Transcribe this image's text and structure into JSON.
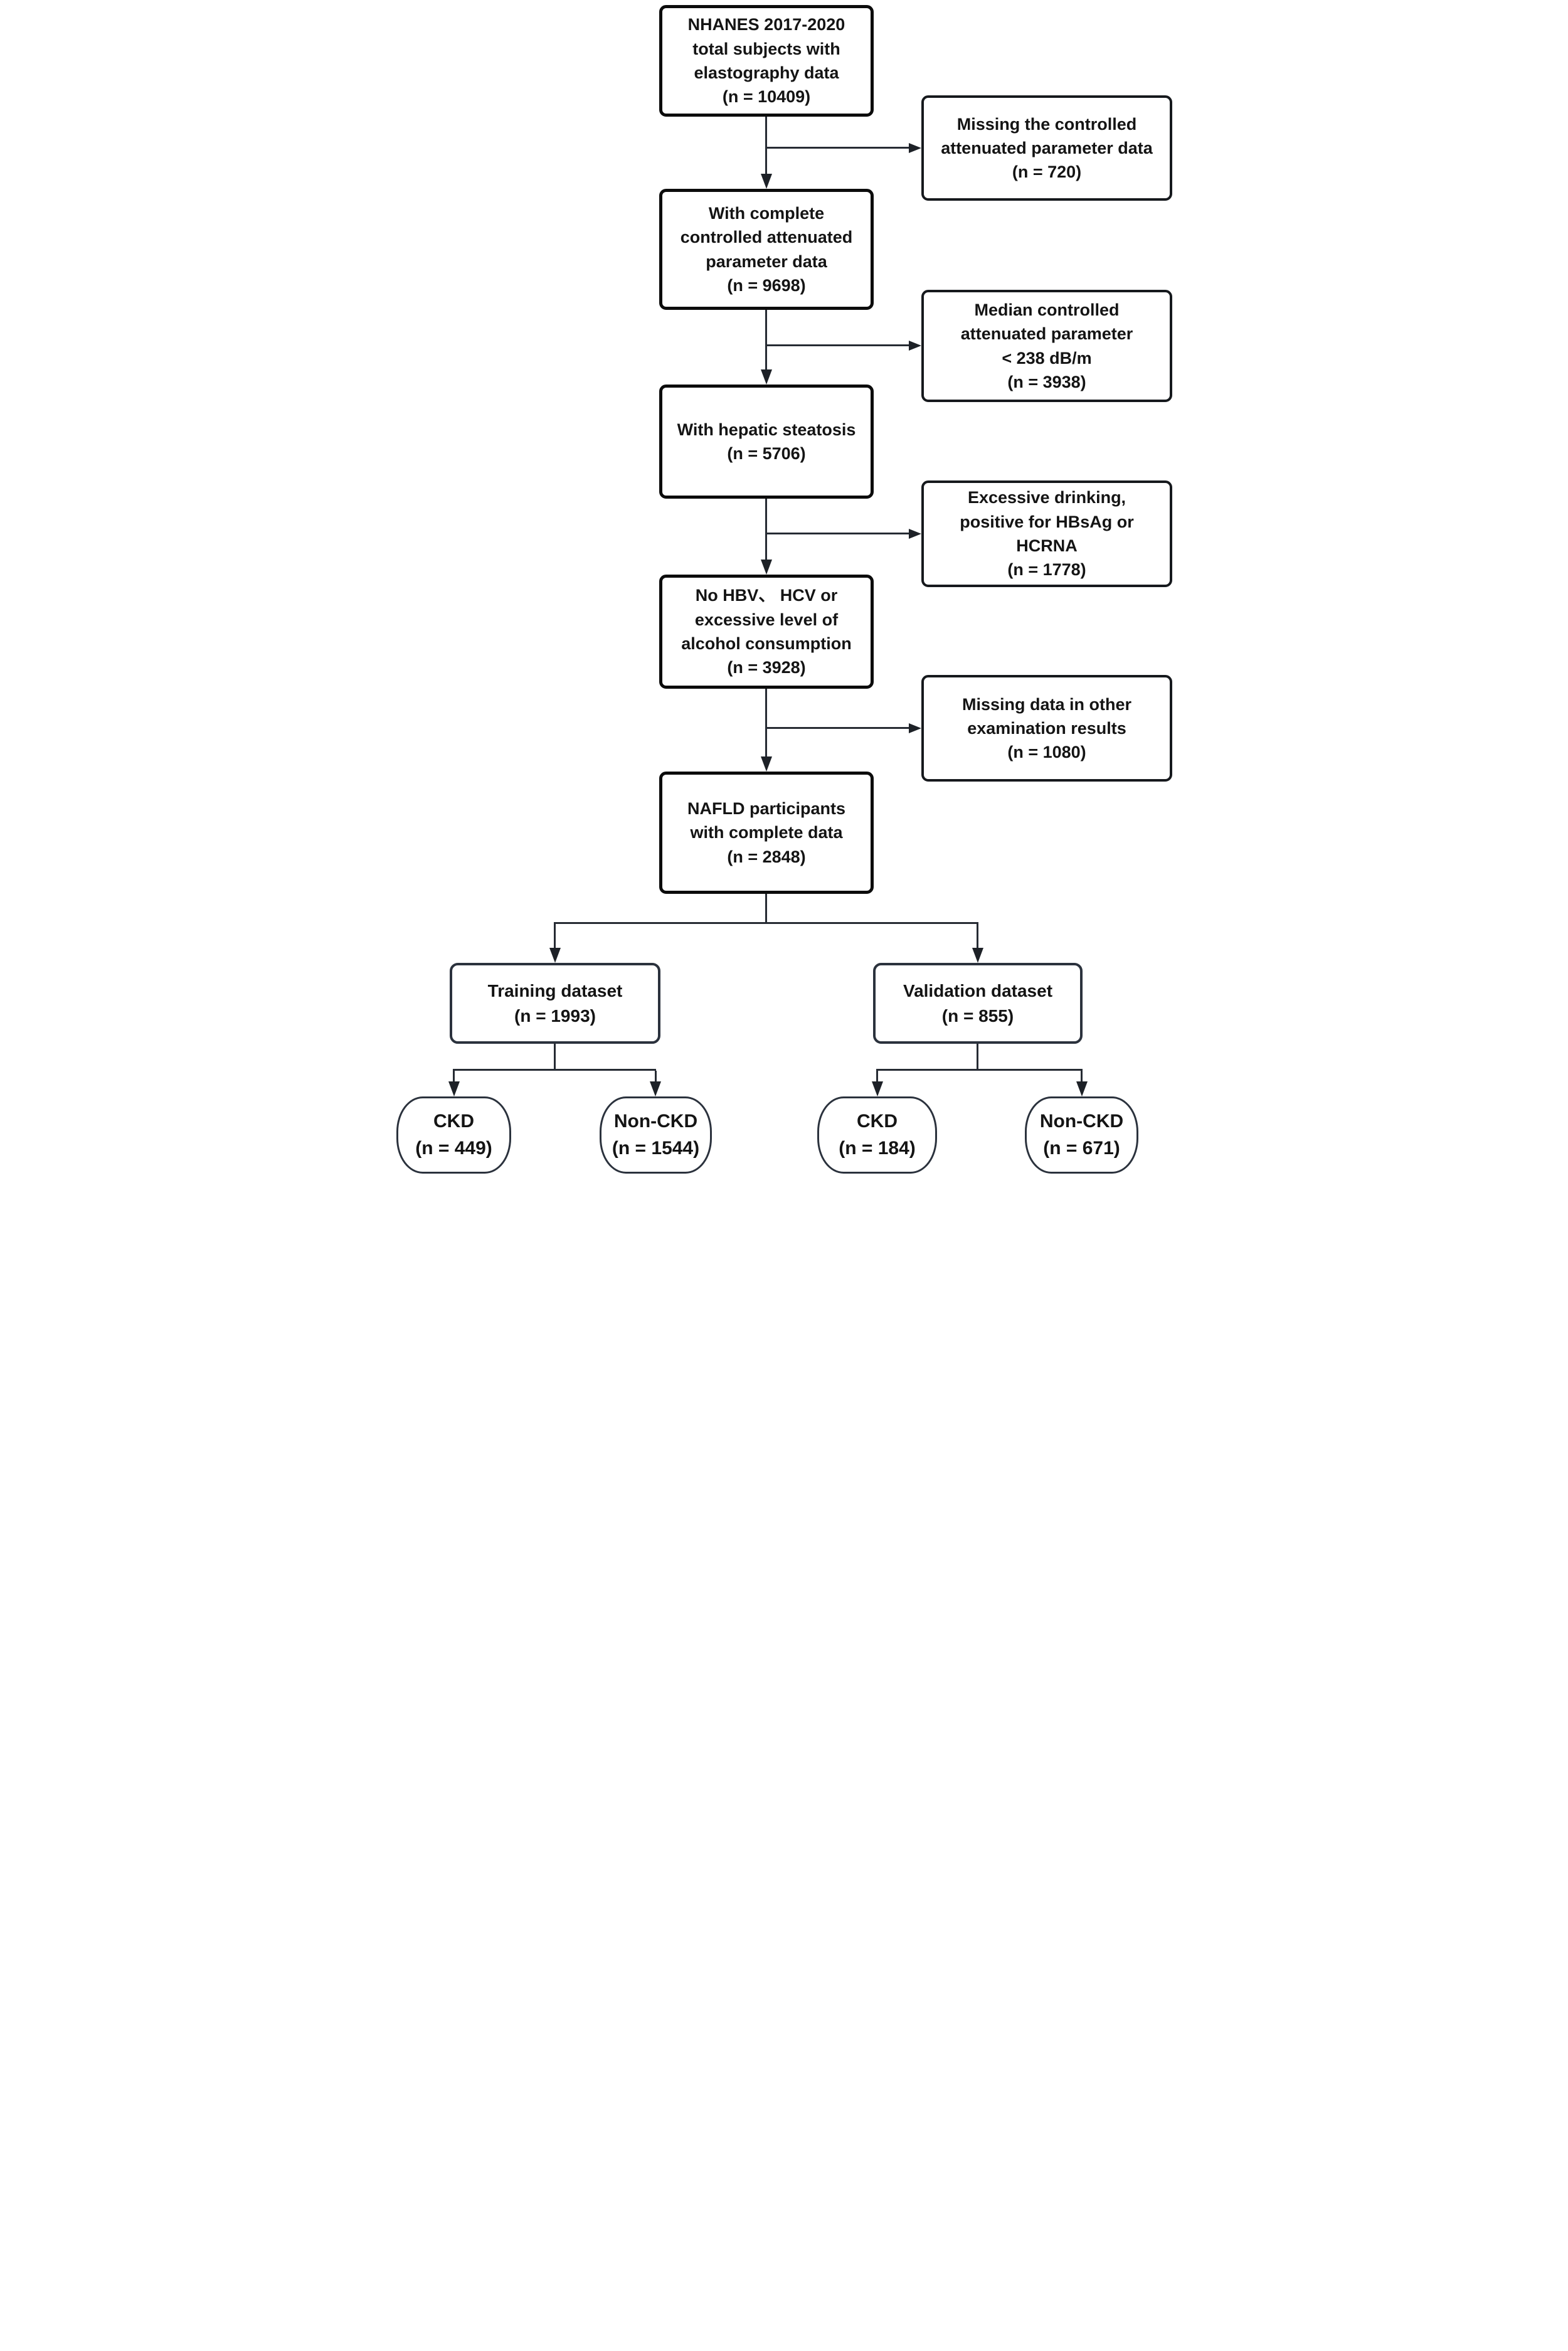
{
  "style": {
    "background": "#ffffff",
    "ink": "#141414",
    "line_color": "#262b33",
    "main_box_border": "#0c0c0c",
    "terminal_box_border": "#2b323d"
  },
  "main_flow": [
    {
      "id": "total-subjects",
      "lines": [
        "NHANES 2017-2020",
        "total subjects with",
        "elastography data",
        "(n = 10409)"
      ]
    },
    {
      "id": "complete-cap",
      "lines": [
        "With complete",
        "controlled attenuated",
        "parameter data",
        "(n = 9698)"
      ]
    },
    {
      "id": "hepatic-steatosis",
      "lines": [
        "With hepatic steatosis",
        "(n = 5706)"
      ]
    },
    {
      "id": "no-hbv-hcv",
      "lines": [
        "No HBV、 HCV or",
        "excessive level of",
        "alcohol consumption",
        "(n = 3928)"
      ]
    },
    {
      "id": "nafld-complete",
      "lines": [
        "NAFLD participants",
        "with complete data",
        "(n = 2848)"
      ]
    }
  ],
  "exclusions": [
    {
      "id": "missing-cap",
      "lines": [
        "Missing the controlled",
        "attenuated parameter data",
        "(n = 720)"
      ]
    },
    {
      "id": "median-cap-low",
      "lines": [
        "Median controlled",
        "attenuated parameter",
        "< 238 dB/m",
        "(n = 3938)"
      ]
    },
    {
      "id": "drinking-hbsag",
      "lines": [
        "Excessive drinking,",
        "positive for HBsAg or",
        "HCRNA",
        "(n = 1778)"
      ]
    },
    {
      "id": "missing-exam",
      "lines": [
        "Missing data in other",
        "examination results",
        "(n = 1080)"
      ]
    }
  ],
  "datasets": [
    {
      "id": "training",
      "lines": [
        "Training dataset",
        "(n = 1993)"
      ]
    },
    {
      "id": "validation",
      "lines": [
        "Validation dataset",
        "(n = 855)"
      ]
    }
  ],
  "outcomes": [
    {
      "id": "training-ckd",
      "lines": [
        "CKD",
        "(n = 449)"
      ]
    },
    {
      "id": "training-non-ckd",
      "lines": [
        "Non-CKD",
        "(n = 1544)"
      ]
    },
    {
      "id": "validation-ckd",
      "lines": [
        "CKD",
        "(n = 184)"
      ]
    },
    {
      "id": "validation-non-ckd",
      "lines": [
        "Non-CKD",
        "(n = 671)"
      ]
    }
  ]
}
